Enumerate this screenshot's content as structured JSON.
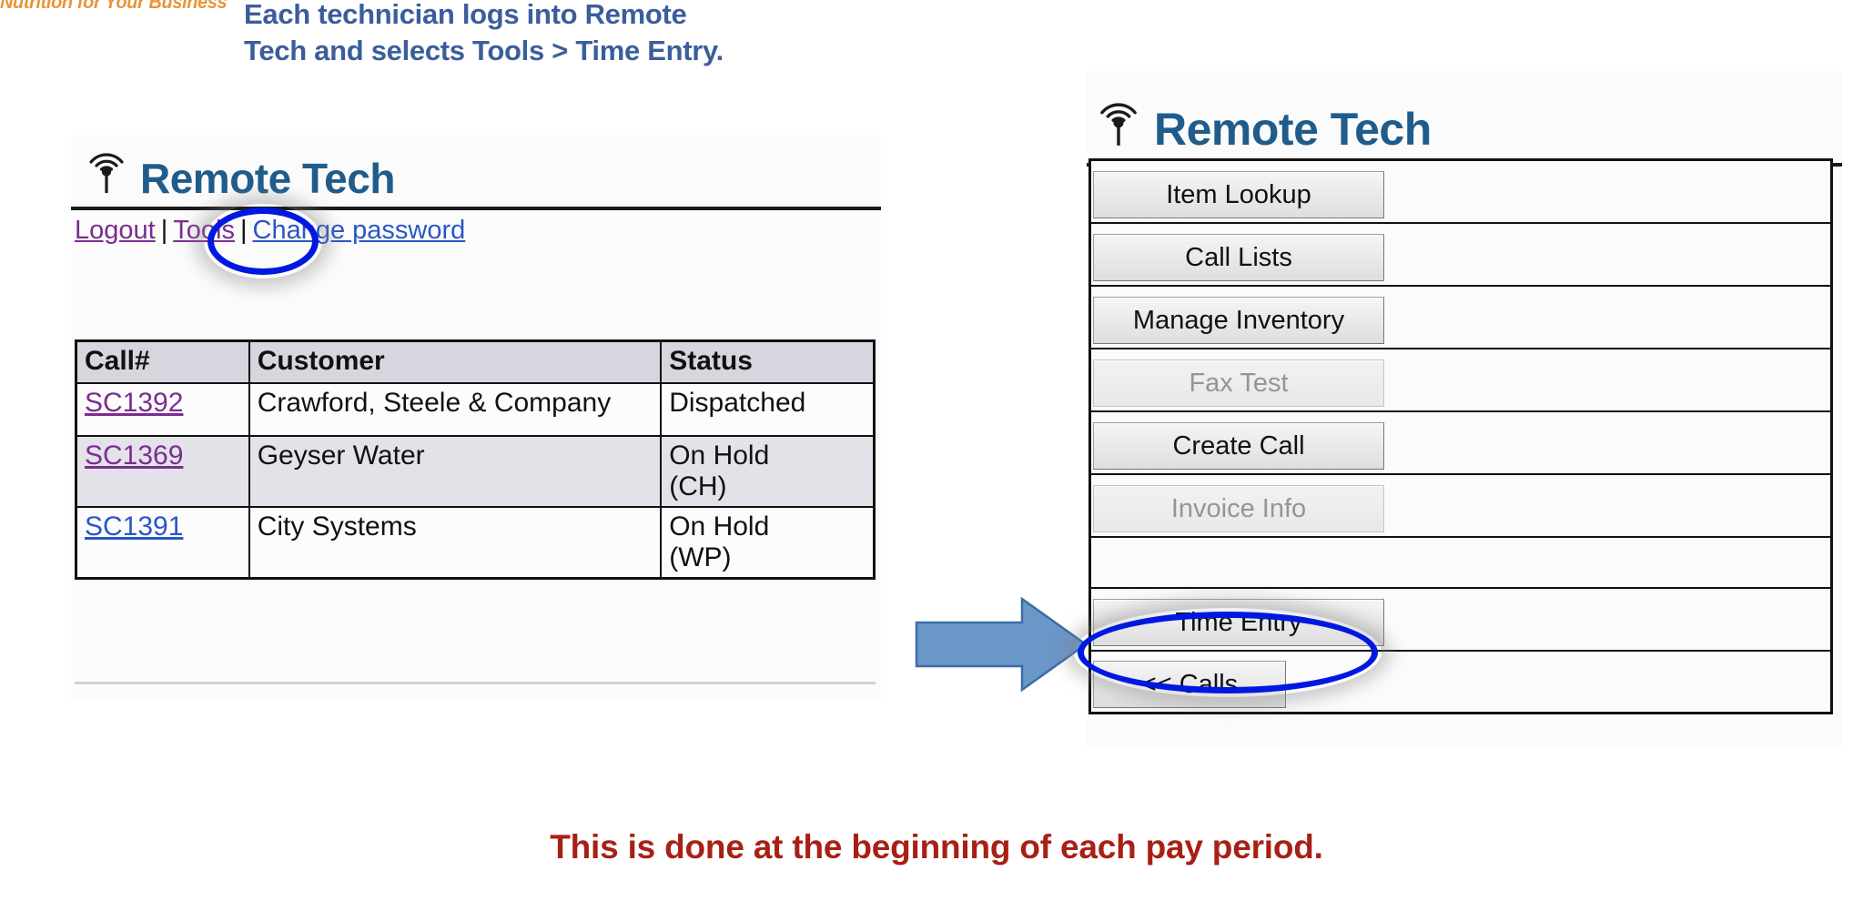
{
  "brand": {
    "text": "Nutrition for Your Business",
    "color": "#E8943A"
  },
  "headline": {
    "color": "#3B5E9B",
    "line1": "Each technician logs into Remote",
    "line2": "Tech and selects Tools > Time Entry."
  },
  "footer": {
    "color": "#A82015",
    "text": "This is done at the beginning of each pay period."
  },
  "left_panel": {
    "app_title": "Remote Tech",
    "logo_icon": "wireless-signal-icon",
    "nav": {
      "logout": "Logout",
      "tools": "Tools",
      "change_password": "Change password",
      "separator": "|"
    },
    "table": {
      "headers": [
        "Call#",
        "Customer",
        "Status"
      ],
      "rows": [
        {
          "call": "SC1392",
          "link_state": "visited",
          "customer": "Crawford, Steele & Company",
          "status": "Dispatched"
        },
        {
          "call": "SC1369",
          "link_state": "visited",
          "customer": "Geyser Water",
          "status": "On Hold\n(CH)"
        },
        {
          "call": "SC1391",
          "link_state": "unvisited",
          "customer": "City Systems",
          "status": "On Hold\n(WP)"
        }
      ]
    }
  },
  "right_panel": {
    "app_title": "Remote Tech",
    "logo_icon": "wireless-signal-icon",
    "menu_items": [
      {
        "label": "Item Lookup",
        "enabled": true,
        "size": "wide"
      },
      {
        "label": "Call Lists",
        "enabled": true,
        "size": "wide"
      },
      {
        "label": "Manage Inventory",
        "enabled": true,
        "size": "wide"
      },
      {
        "label": "Fax Test",
        "enabled": false,
        "size": "wide"
      },
      {
        "label": "Create Call",
        "enabled": true,
        "size": "wide"
      },
      {
        "label": "Invoice Info",
        "enabled": false,
        "size": "wide"
      },
      {
        "label": "",
        "enabled": true,
        "size": "spacer"
      },
      {
        "label": "Time Entry",
        "enabled": true,
        "size": "wide"
      },
      {
        "label": "<< Calls",
        "enabled": true,
        "size": "narrow"
      }
    ]
  },
  "annotations": {
    "highlight_color": "#0018E0",
    "tools_highlight": "Tools",
    "time_entry_highlight": "Time Entry",
    "arrow_icon": "right-arrow-icon",
    "arrow_color": "#6B96C8"
  }
}
